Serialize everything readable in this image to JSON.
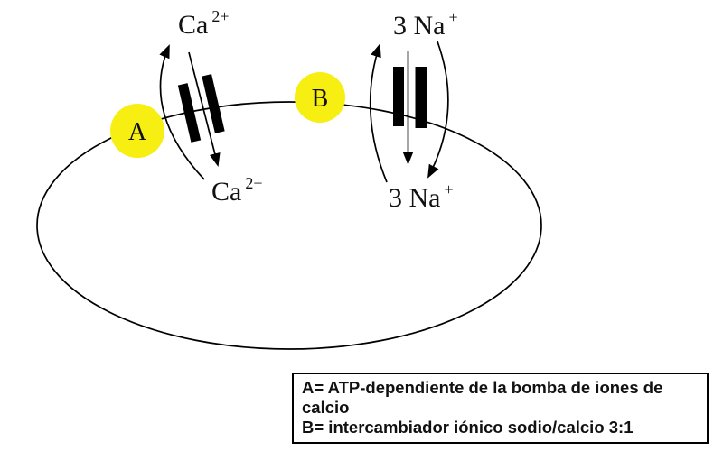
{
  "diagram": {
    "site_a": {
      "marker": "A",
      "ion_top": {
        "base": "Ca",
        "sup": "2+"
      },
      "ion_bottom": {
        "base": "Ca",
        "sup": "2+"
      }
    },
    "site_b": {
      "marker": "B",
      "ion_top": {
        "base": "3 Na",
        "sup": "+"
      },
      "ion_bottom": {
        "base": "3 Na",
        "sup": "+"
      }
    }
  },
  "legend": {
    "lines": [
      "A= ATP-dependiente de la bomba de iones de",
      "calcio",
      "B= intercambiador iónico sodio/calcio 3:1"
    ]
  },
  "colors": {
    "marker_fill": "#f7ee12",
    "line": "#000000",
    "background": "#ffffff"
  }
}
